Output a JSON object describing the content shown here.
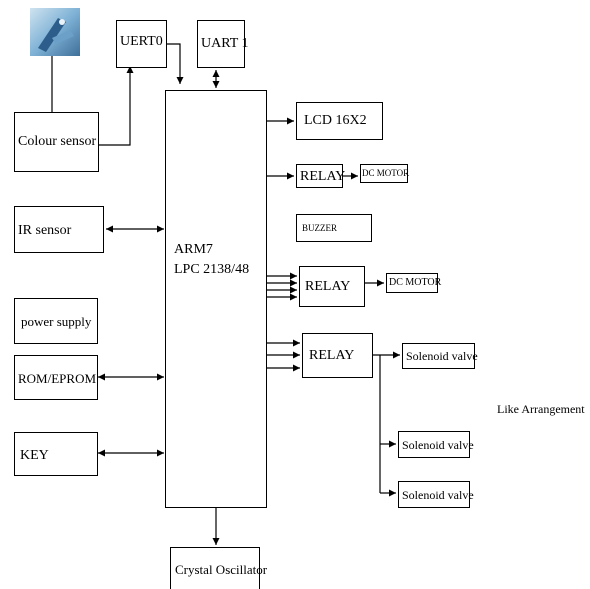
{
  "blocks": {
    "uert0": "UERT0",
    "uart1": "UART 1",
    "colour_sensor": "Colour sensor",
    "ir_sensor": "IR sensor",
    "power_supply": "power supply",
    "rom_eprom": "ROM/EPROM",
    "key": "KEY",
    "mcu_line1": "ARM7",
    "mcu_line2": "LPC 2138/48",
    "lcd": "LCD 16X2",
    "relay1": "RELAY",
    "dc_motor1": "DC MOTOR",
    "buzzer": "BUZZER",
    "relay2": "RELAY",
    "dc_motor2": "DC MOTOR",
    "relay3": "RELAY",
    "solenoid1": "Solenoid valve",
    "solenoid2": "Solenoid valve",
    "solenoid3": "Solenoid valve",
    "crystal": "Crystal Oscillator"
  },
  "note": "Like Arrangement",
  "icons": {
    "sensor_photo": "colour-sensor-photo"
  }
}
